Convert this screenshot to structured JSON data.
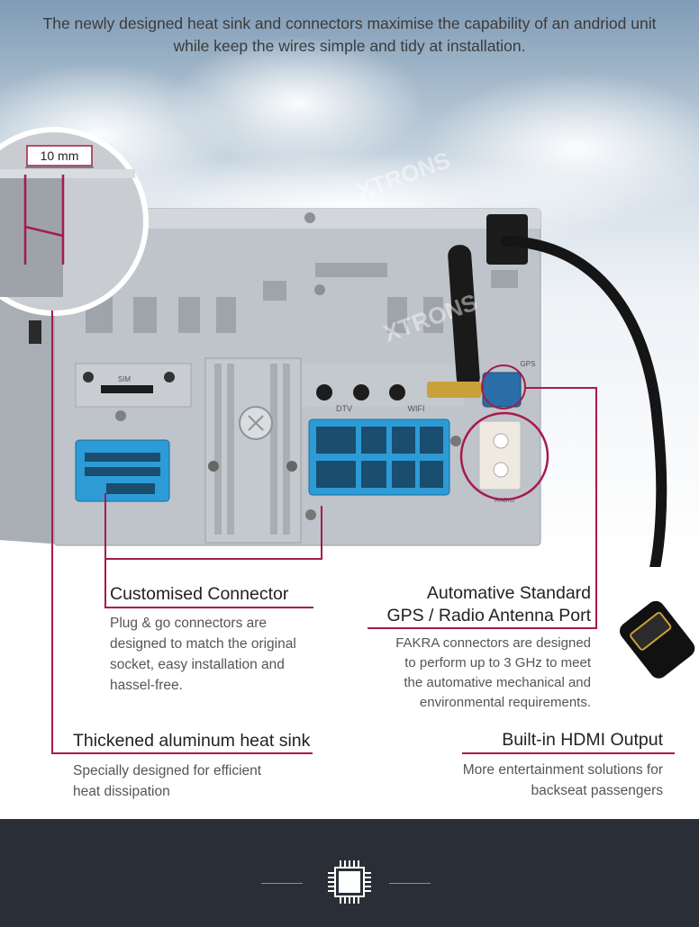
{
  "intro": {
    "text": "The newly designed heat sink and connectors maximise the capability of an andriod unit while keep the wires simple and tidy at installation."
  },
  "photo": {
    "zoom_label": "10 mm",
    "brand_watermark": "XTRONS",
    "ports": {
      "sim": "SIM",
      "dtv": "DTV",
      "wifi": "WIFI",
      "gps": "GPS",
      "radio": "RADIO"
    }
  },
  "callouts": {
    "customised_connector": {
      "title": "Customised Connector",
      "description": "Plug & go connectors are designed to match the original socket, easy installation and hassel-free."
    },
    "antenna_port": {
      "title_line1": "Automative Standard",
      "title_line2": "GPS / Radio Antenna Port",
      "description": "FAKRA connectors are designed to perform up to 3 GHz to meet the automative mechanical and environmental requirements."
    },
    "heat_sink": {
      "title": "Thickened aluminum heat sink",
      "description": "Specially designed for efficient heat dissipation"
    },
    "hdmi": {
      "title": "Built-in HDMI Output",
      "description": "More entertainment solutions for backseat passengers"
    }
  },
  "colors": {
    "accent_line": "#a61b4a",
    "footer_band": "#2a2e37",
    "connector_blue": "#2d9bd6",
    "chassis": "#b9bec4"
  },
  "footer": {
    "icon": "processor-chip-icon"
  }
}
